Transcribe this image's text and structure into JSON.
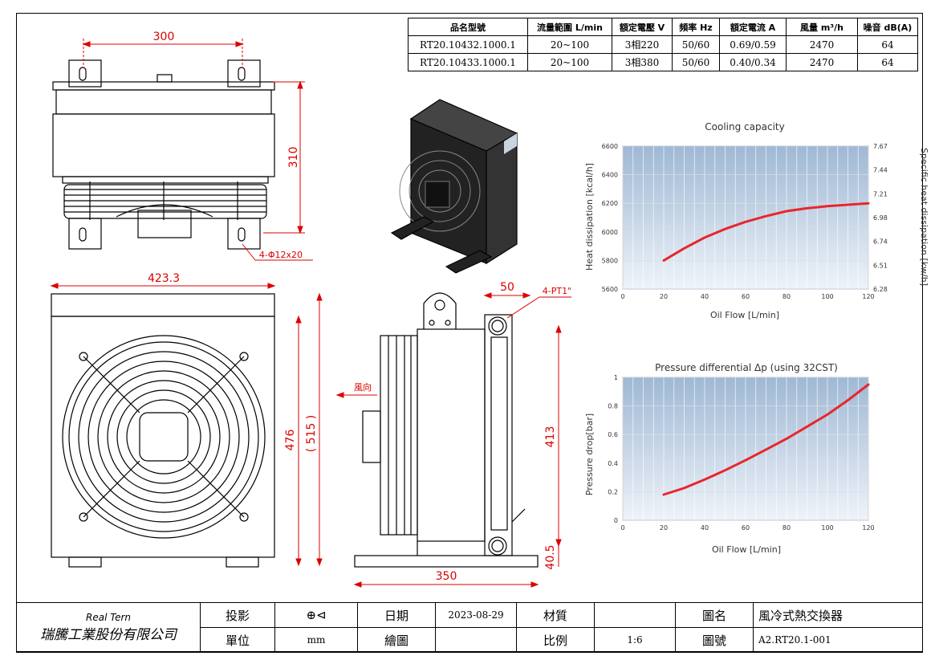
{
  "spec_table": {
    "headers": [
      "品名型號",
      "流量範圍 L/min",
      "額定電壓 V",
      "頻率 Hz",
      "額定電流 A",
      "風量 m³/h",
      "噪音 dB(A)"
    ],
    "rows": [
      [
        "RT20.10432.1000.1",
        "20~100",
        "3相220",
        "50/60",
        "0.69/0.59",
        "2470",
        "64"
      ],
      [
        "RT20.10433.1000.1",
        "20~100",
        "3相380",
        "50/60",
        "0.40/0.34",
        "2470",
        "64"
      ]
    ]
  },
  "dimensions": {
    "top_width": "300",
    "top_height": "310",
    "hole_note": "4-Φ12x20",
    "front_width": "423.3",
    "front_height": "476",
    "front_height_overall": "( 515 )",
    "side_port_offset": "50",
    "port_note": "4-PT1\"",
    "side_height": "413",
    "side_bottom": "40.5",
    "side_base_width": "350",
    "airflow_label": "風向"
  },
  "chart_data": [
    {
      "type": "line",
      "title": "Cooling capacity",
      "xlabel": "Oil Flow [L/min]",
      "ylabel": "Heat dissipation [kcal/h]",
      "y2label": "Specific heat dissipation [kw/h]",
      "xlim": [
        0,
        120
      ],
      "ylim": [
        5600,
        6600
      ],
      "x_ticks": [
        0,
        20,
        40,
        60,
        80,
        100,
        120
      ],
      "y_ticks": [
        5600,
        5800,
        6000,
        6200,
        6400,
        6600
      ],
      "y2_ticks": [
        6.28,
        6.51,
        6.74,
        6.98,
        7.21,
        7.44,
        7.67
      ],
      "x": [
        20,
        30,
        40,
        50,
        60,
        70,
        80,
        90,
        100,
        110,
        120
      ],
      "y": [
        5800,
        5885,
        5960,
        6020,
        6070,
        6110,
        6145,
        6165,
        6180,
        6190,
        6200
      ],
      "grid": true,
      "color": "#e8262b"
    },
    {
      "type": "line",
      "title": "Pressure differential Δp (using 32CST)",
      "xlabel": "Oil Flow [L/min]",
      "ylabel": "Pressure drop[bar]",
      "xlim": [
        0,
        120
      ],
      "ylim": [
        0,
        1
      ],
      "x_ticks": [
        0,
        20,
        40,
        60,
        80,
        100,
        120
      ],
      "y_ticks": [
        0,
        0.2,
        0.4,
        0.6,
        0.8,
        1
      ],
      "x": [
        20,
        30,
        40,
        50,
        60,
        70,
        80,
        90,
        100,
        110,
        120
      ],
      "y": [
        0.18,
        0.225,
        0.285,
        0.35,
        0.42,
        0.495,
        0.57,
        0.655,
        0.74,
        0.84,
        0.95
      ],
      "grid": true,
      "color": "#e8262b"
    }
  ],
  "title_block": {
    "company_en": "Real Tern",
    "company_zh": "瑞騰工業股份有限公司",
    "projection_label": "投影",
    "projection_symbol": "⊕⊲",
    "date_label": "日期",
    "date_value": "2023-08-29",
    "material_label": "材質",
    "material_value": "",
    "drawing_name_label": "圖名",
    "drawing_name_value": "風冷式熱交換器",
    "unit_label": "單位",
    "unit_value": "mm",
    "drafter_label": "繪圖",
    "drafter_value": "",
    "scale_label": "比例",
    "scale_value": "1:6",
    "drawing_no_label": "圖號",
    "drawing_no_value": "A2.RT20.1-001"
  }
}
